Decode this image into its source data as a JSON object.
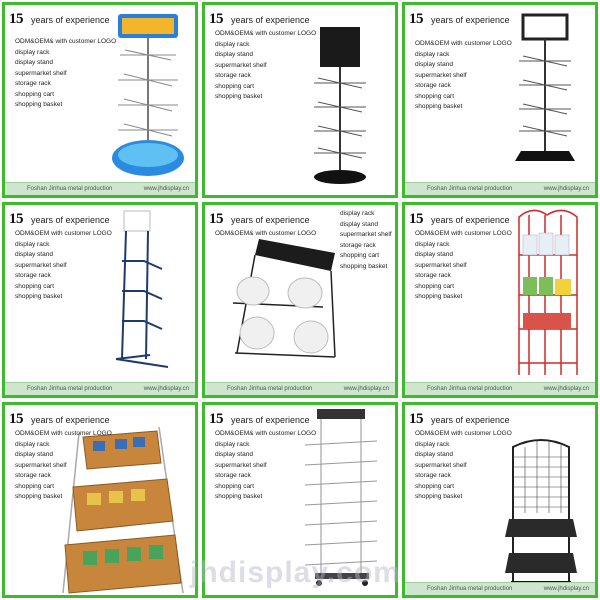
{
  "years_number": "15",
  "years_label": "years of experience",
  "features": [
    "ODM&OEM& with customer LOGO",
    "display rack",
    "display stand",
    "supermarket shelf",
    "storage rack",
    "shopping cart",
    "shopping basket"
  ],
  "features_alt": [
    "ODM&OEM with customer LOGO",
    "display rack",
    "display stand",
    "supermarket shelf",
    "storage rack",
    "shopping cart",
    "shopping basket"
  ],
  "features_short": [
    "display rack",
    "display stand",
    "supermarket shelf",
    "storage rack",
    "shopping cart",
    "shopping basket"
  ],
  "footer_company": "Foshan Jinhua metal production",
  "footer_site": "www.jhdisplay.cn",
  "footer_site_short": "www.jhdisplay.cn",
  "watermark": "jhdisplay.com",
  "colors": {
    "border": "#3dbb2c",
    "footer_bg": "#cde6cd",
    "rack_dark": "#222222",
    "rack_red": "#d12a2a",
    "rack_blue": "#1f3a6e",
    "wicker": "#c7863b"
  }
}
